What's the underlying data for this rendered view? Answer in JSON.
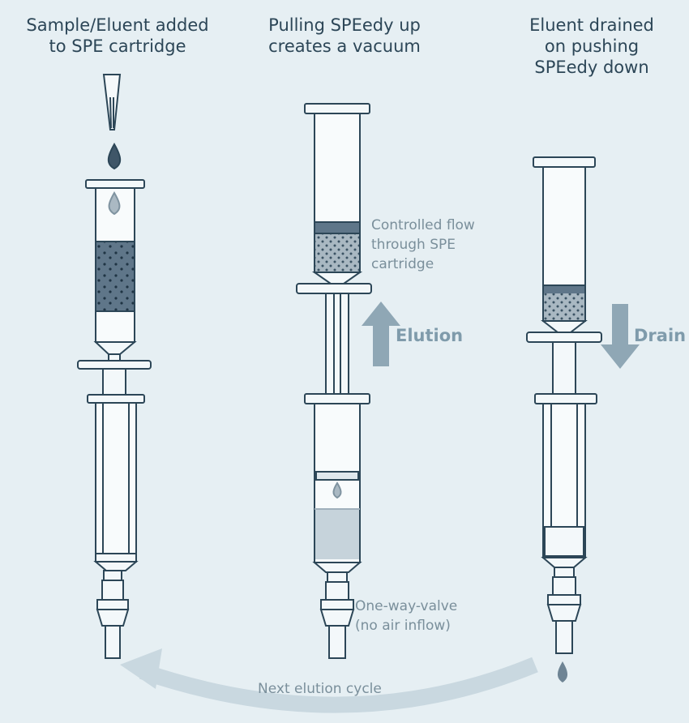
{
  "stages": [
    {
      "title_lines": [
        "Sample/Eluent added",
        "to SPE cartridge"
      ]
    },
    {
      "title_lines": [
        "Pulling SPEedy up",
        "creates a vacuum"
      ]
    },
    {
      "title_lines": [
        "Eluent drained",
        "on pushing",
        "SPEedy down"
      ]
    }
  ],
  "labels": {
    "controlled_flow": [
      "Controlled flow",
      "through SPE",
      "cartridge"
    ],
    "elution": "Elution",
    "drain": "Drain",
    "valve": [
      "One-way-valve",
      "(no air inflow)"
    ],
    "cycle": "Next elution cycle"
  },
  "colors": {
    "background": "#e6eff3",
    "outline": "#2c4657",
    "sorbent": "#5f7689",
    "liquid": "#c6d3db",
    "arrow": "#8fa7b5",
    "cycle_arrow": "#c9d8e0"
  }
}
